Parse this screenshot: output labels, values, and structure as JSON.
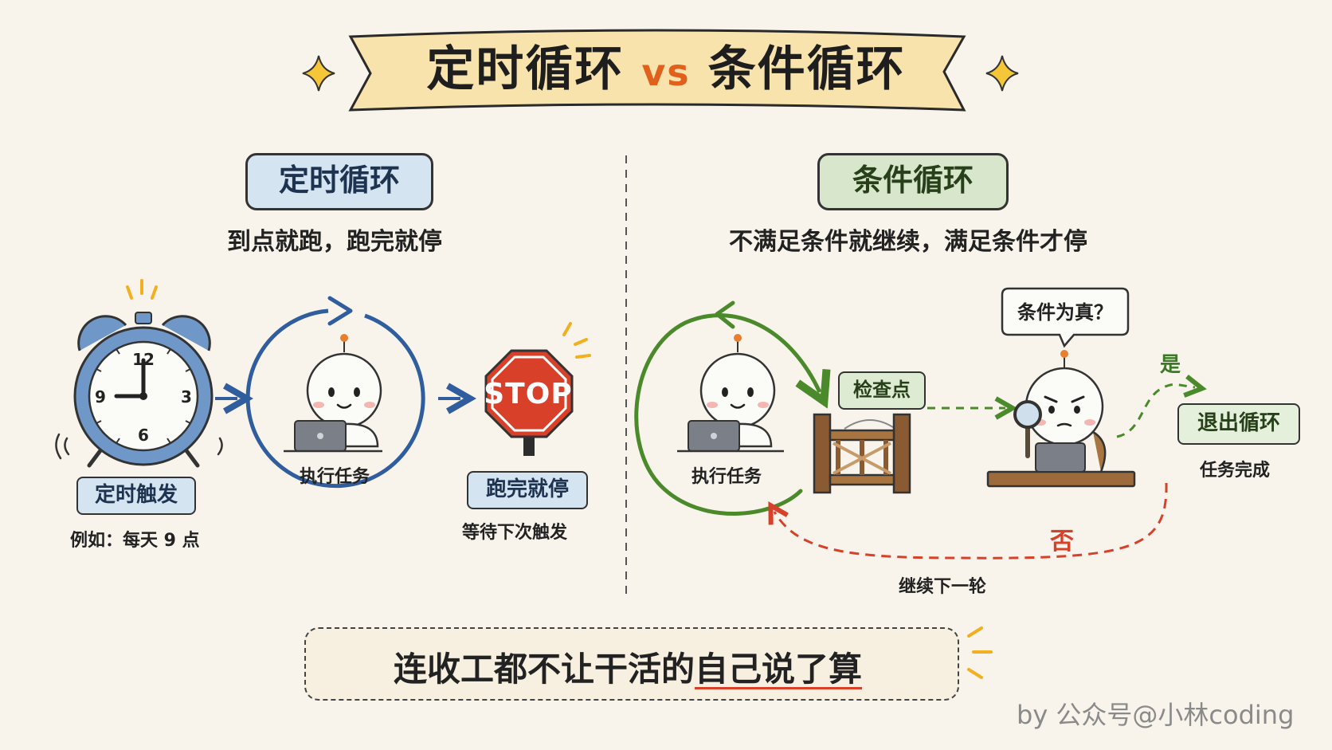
{
  "title": {
    "left": "定时循环",
    "vs": "vs",
    "right": "条件循环"
  },
  "left_panel": {
    "heading": "定时循环",
    "subtitle": "到点就跑，跑完就停",
    "clock_numbers": [
      "12",
      "3",
      "6",
      "9"
    ],
    "trigger_label": "定时触发",
    "example": "例如：每天 9 点",
    "task_label": "执行任务",
    "stop_sign": "STOP",
    "done_label": "跑完就停",
    "wait_label": "等待下次触发"
  },
  "right_panel": {
    "heading": "条件循环",
    "subtitle": "不满足条件就继续，满足条件才停",
    "task_label": "执行任务",
    "checkpoint_label": "检查点",
    "bubble": "条件为真？",
    "yes": "是",
    "no": "否",
    "exit_label": "退出循环",
    "complete_label": "任务完成",
    "continue_label": "继续下一轮"
  },
  "footer": {
    "prefix": "连收工都不让干活的",
    "emphasis": "自己说了算"
  },
  "credit": "by 公众号@小林coding",
  "colors": {
    "background": "#f8f4ec",
    "blue": "#2f5d9e",
    "green": "#4b8a2a",
    "red": "#d8402a",
    "orange": "#e0601c",
    "banner": "#f8e3ad"
  }
}
